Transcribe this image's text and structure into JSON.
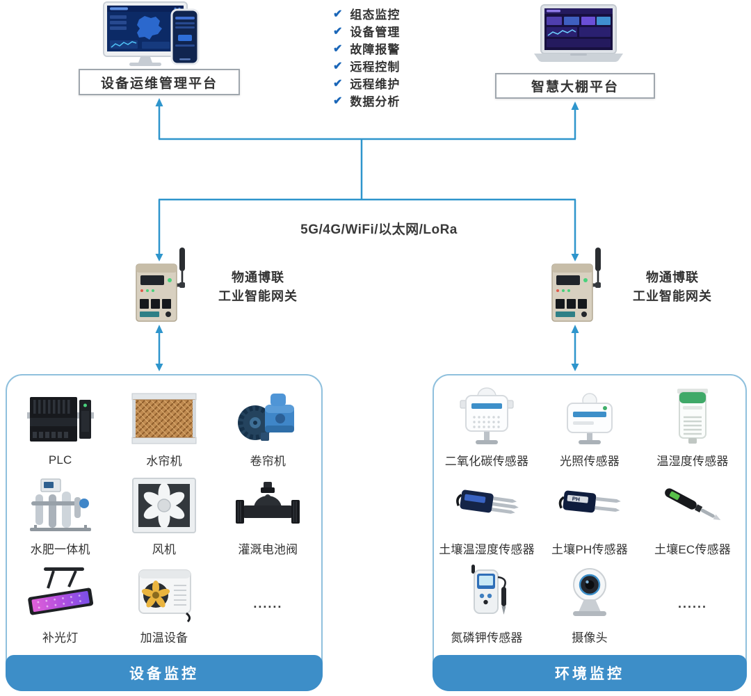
{
  "platforms": {
    "left": {
      "label": "设备运维管理平台"
    },
    "right": {
      "label": "智慧大棚平台"
    }
  },
  "features": [
    "组态监控",
    "设备管理",
    "故障报警",
    "远程控制",
    "远程维护",
    "数据分析"
  ],
  "network": {
    "label": "5G/4G/WiFi/以太网/LoRa"
  },
  "gateways": {
    "left": {
      "line1": "物通博联",
      "line2": "工业智能网关"
    },
    "right": {
      "line1": "物通博联",
      "line2": "工业智能网关"
    }
  },
  "device_section": {
    "title": "设备监控",
    "items": [
      "PLC",
      "水帘机",
      "卷帘机",
      "水肥一体机",
      "风机",
      "灌溉电池阀",
      "补光灯",
      "加温设备",
      "......"
    ]
  },
  "env_section": {
    "title": "环境监控",
    "items": [
      "二氧化碳传感器",
      "光照传感器",
      "温湿度传感器",
      "土壤温湿度传感器",
      "土壤PH传感器",
      "土壤EC传感器",
      "氮磷钾传感器",
      "摄像头",
      "......"
    ]
  },
  "icons": {
    "check": "✔"
  },
  "colors": {
    "accent": "#2e95cc",
    "banner": "#3d8ec8",
    "check": "#1a66b8",
    "panel_border": "#8fc0dd"
  }
}
